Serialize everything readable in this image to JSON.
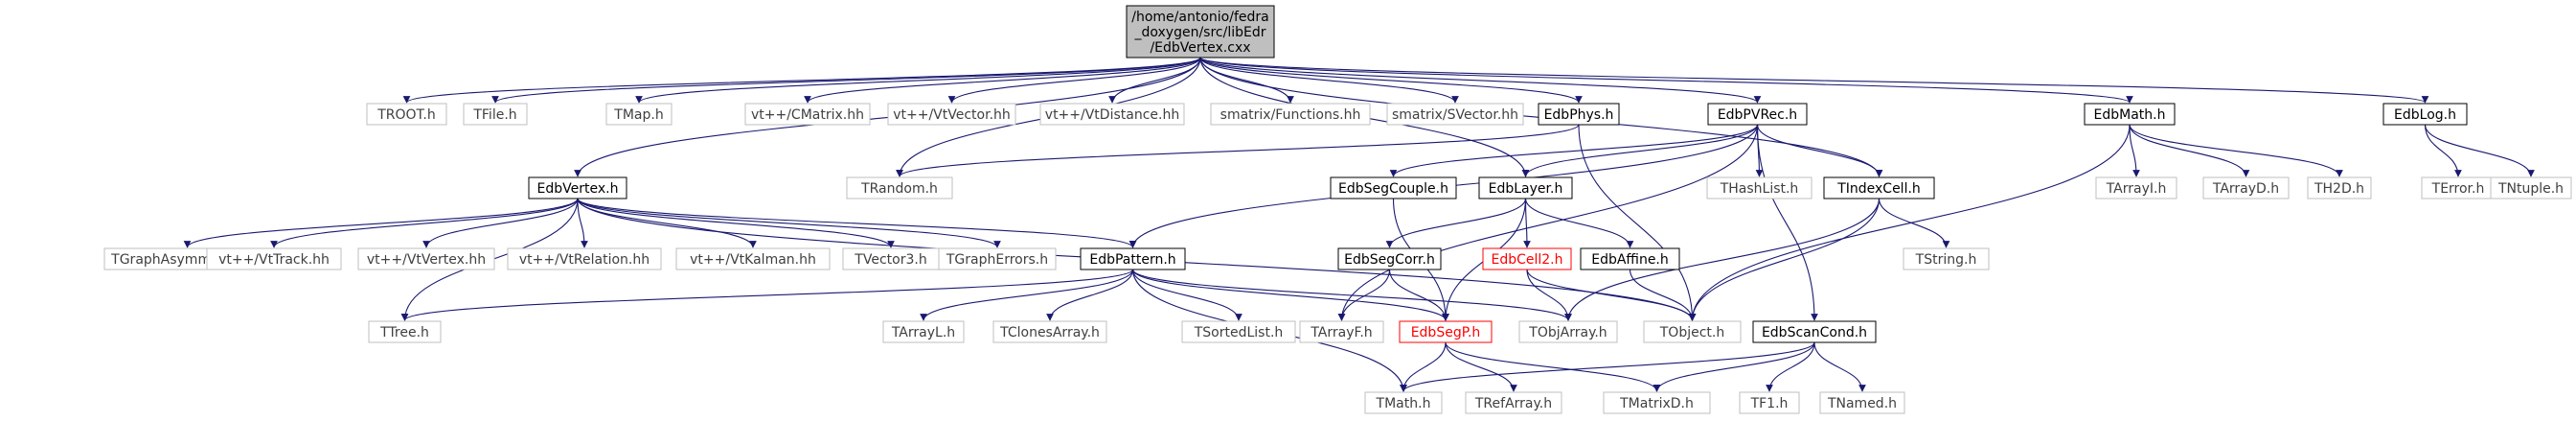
{
  "diagram": {
    "root": {
      "id": "root",
      "lines": [
        "/home/antonio/fedra",
        "_doxygen/src/libEdr",
        "/EdbVertex.cxx"
      ]
    },
    "nodes": [
      {
        "id": "TROOT",
        "label": "TROOT.h",
        "style": "gray"
      },
      {
        "id": "TFile",
        "label": "TFile.h",
        "style": "gray"
      },
      {
        "id": "TMap",
        "label": "TMap.h",
        "style": "gray"
      },
      {
        "id": "VtCMatrix",
        "label": "vt++/CMatrix.hh",
        "style": "gray"
      },
      {
        "id": "VtVector",
        "label": "vt++/VtVector.hh",
        "style": "gray"
      },
      {
        "id": "VtDistance",
        "label": "vt++/VtDistance.hh",
        "style": "gray"
      },
      {
        "id": "SmFunctions",
        "label": "smatrix/Functions.hh",
        "style": "gray"
      },
      {
        "id": "SmSVector",
        "label": "smatrix/SVector.hh",
        "style": "gray"
      },
      {
        "id": "EdbPhys",
        "label": "EdbPhys.h",
        "style": "black"
      },
      {
        "id": "EdbPVRec",
        "label": "EdbPVRec.h",
        "style": "black"
      },
      {
        "id": "EdbMath",
        "label": "EdbMath.h",
        "style": "black"
      },
      {
        "id": "EdbLog",
        "label": "EdbLog.h",
        "style": "black"
      },
      {
        "id": "EdbVertex",
        "label": "EdbVertex.h",
        "style": "black"
      },
      {
        "id": "TRandom",
        "label": "TRandom.h",
        "style": "gray"
      },
      {
        "id": "EdbSegCouple",
        "label": "EdbSegCouple.h",
        "style": "black"
      },
      {
        "id": "EdbLayer",
        "label": "EdbLayer.h",
        "style": "black"
      },
      {
        "id": "THashList",
        "label": "THashList.h",
        "style": "gray"
      },
      {
        "id": "TIndexCell",
        "label": "TIndexCell.h",
        "style": "black"
      },
      {
        "id": "TArrayI",
        "label": "TArrayI.h",
        "style": "gray"
      },
      {
        "id": "TArrayD",
        "label": "TArrayD.h",
        "style": "gray"
      },
      {
        "id": "TH2D",
        "label": "TH2D.h",
        "style": "gray"
      },
      {
        "id": "TError",
        "label": "TError.h",
        "style": "gray"
      },
      {
        "id": "TNtuple",
        "label": "TNtuple.h",
        "style": "gray"
      },
      {
        "id": "TGraphAsymmErrors",
        "label": "TGraphAsymmErrors.h",
        "style": "gray"
      },
      {
        "id": "VtTrack",
        "label": "vt++/VtTrack.hh",
        "style": "gray"
      },
      {
        "id": "VtVertex",
        "label": "vt++/VtVertex.hh",
        "style": "gray"
      },
      {
        "id": "VtRelation",
        "label": "vt++/VtRelation.hh",
        "style": "gray"
      },
      {
        "id": "VtKalman",
        "label": "vt++/VtKalman.hh",
        "style": "gray"
      },
      {
        "id": "TVector3",
        "label": "TVector3.h",
        "style": "gray"
      },
      {
        "id": "TGraphErrors",
        "label": "TGraphErrors.h",
        "style": "gray"
      },
      {
        "id": "EdbPattern",
        "label": "EdbPattern.h",
        "style": "black"
      },
      {
        "id": "EdbSegCorr",
        "label": "EdbSegCorr.h",
        "style": "black"
      },
      {
        "id": "EdbCell2",
        "label": "EdbCell2.h",
        "style": "red"
      },
      {
        "id": "EdbAffine",
        "label": "EdbAffine.h",
        "style": "black"
      },
      {
        "id": "TString",
        "label": "TString.h",
        "style": "gray"
      },
      {
        "id": "TTree",
        "label": "TTree.h",
        "style": "gray"
      },
      {
        "id": "TArrayL",
        "label": "TArrayL.h",
        "style": "gray"
      },
      {
        "id": "TClonesArray",
        "label": "TClonesArray.h",
        "style": "gray"
      },
      {
        "id": "TSortedList",
        "label": "TSortedList.h",
        "style": "gray"
      },
      {
        "id": "TArrayF",
        "label": "TArrayF.h",
        "style": "gray"
      },
      {
        "id": "EdbSegP",
        "label": "EdbSegP.h",
        "style": "red"
      },
      {
        "id": "TObjArray",
        "label": "TObjArray.h",
        "style": "gray"
      },
      {
        "id": "TObject",
        "label": "TObject.h",
        "style": "gray"
      },
      {
        "id": "EdbScanCond",
        "label": "EdbScanCond.h",
        "style": "black"
      },
      {
        "id": "TMath",
        "label": "TMath.h",
        "style": "gray"
      },
      {
        "id": "TRefArray",
        "label": "TRefArray.h",
        "style": "gray"
      },
      {
        "id": "TMatrixD",
        "label": "TMatrixD.h",
        "style": "gray"
      },
      {
        "id": "TF1",
        "label": "TF1.h",
        "style": "gray"
      },
      {
        "id": "TNamed",
        "label": "TNamed.h",
        "style": "gray"
      }
    ],
    "edges": [
      [
        "root",
        "TROOT"
      ],
      [
        "root",
        "TFile"
      ],
      [
        "root",
        "TMap"
      ],
      [
        "root",
        "VtCMatrix"
      ],
      [
        "root",
        "VtVector"
      ],
      [
        "root",
        "VtDistance"
      ],
      [
        "root",
        "SmFunctions"
      ],
      [
        "root",
        "SmSVector"
      ],
      [
        "root",
        "EdbPhys"
      ],
      [
        "root",
        "EdbPVRec"
      ],
      [
        "root",
        "EdbMath"
      ],
      [
        "root",
        "EdbLog"
      ],
      [
        "root",
        "EdbVertex"
      ],
      [
        "root",
        "TRandom"
      ],
      [
        "root",
        "EdbLayer"
      ],
      [
        "root",
        "TIndexCell"
      ],
      [
        "EdbPhys",
        "TRandom"
      ],
      [
        "EdbPhys",
        "TObject"
      ],
      [
        "EdbPVRec",
        "EdbSegCouple"
      ],
      [
        "EdbPVRec",
        "EdbLayer"
      ],
      [
        "EdbPVRec",
        "THashList"
      ],
      [
        "EdbPVRec",
        "TIndexCell"
      ],
      [
        "EdbPVRec",
        "EdbPattern"
      ],
      [
        "EdbPVRec",
        "EdbScanCond"
      ],
      [
        "EdbPVRec",
        "TArrayF"
      ],
      [
        "EdbMath",
        "TArrayI"
      ],
      [
        "EdbMath",
        "TArrayD"
      ],
      [
        "EdbMath",
        "TH2D"
      ],
      [
        "EdbMath",
        "TObject"
      ],
      [
        "EdbLog",
        "TError"
      ],
      [
        "EdbLog",
        "TNtuple"
      ],
      [
        "EdbVertex",
        "TGraphAsymmErrors"
      ],
      [
        "EdbVertex",
        "VtTrack"
      ],
      [
        "EdbVertex",
        "VtVertex"
      ],
      [
        "EdbVertex",
        "VtRelation"
      ],
      [
        "EdbVertex",
        "VtKalman"
      ],
      [
        "EdbVertex",
        "TVector3"
      ],
      [
        "EdbVertex",
        "TGraphErrors"
      ],
      [
        "EdbVertex",
        "EdbPattern"
      ],
      [
        "EdbVertex",
        "TTree"
      ],
      [
        "EdbVertex",
        "TObject"
      ],
      [
        "EdbSegCouple",
        "EdbSegP"
      ],
      [
        "EdbLayer",
        "EdbSegCorr"
      ],
      [
        "EdbLayer",
        "EdbCell2"
      ],
      [
        "EdbLayer",
        "EdbAffine"
      ],
      [
        "EdbLayer",
        "EdbSegP"
      ],
      [
        "TIndexCell",
        "TString"
      ],
      [
        "TIndexCell",
        "TObject"
      ],
      [
        "TIndexCell",
        "TObjArray"
      ],
      [
        "EdbPattern",
        "TTree"
      ],
      [
        "EdbPattern",
        "TArrayL"
      ],
      [
        "EdbPattern",
        "TClonesArray"
      ],
      [
        "EdbPattern",
        "TSortedList"
      ],
      [
        "EdbPattern",
        "EdbSegP"
      ],
      [
        "EdbPattern",
        "TObjArray"
      ],
      [
        "EdbPattern",
        "TMath"
      ],
      [
        "EdbSegCorr",
        "TArrayF"
      ],
      [
        "EdbSegCorr",
        "EdbSegP"
      ],
      [
        "EdbCell2",
        "TObjArray"
      ],
      [
        "EdbCell2",
        "TObject"
      ],
      [
        "EdbAffine",
        "TObject"
      ],
      [
        "EdbSegP",
        "TMath"
      ],
      [
        "EdbSegP",
        "TRefArray"
      ],
      [
        "EdbSegP",
        "TMatrixD"
      ],
      [
        "EdbScanCond",
        "TMath"
      ],
      [
        "EdbScanCond",
        "TMatrixD"
      ],
      [
        "EdbScanCond",
        "TF1"
      ],
      [
        "EdbScanCond",
        "TNamed"
      ]
    ]
  }
}
